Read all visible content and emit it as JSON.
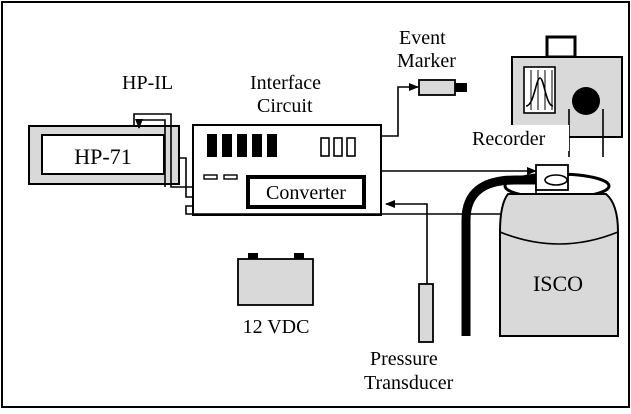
{
  "labels": {
    "hp71": "HP-71",
    "hpil": "HP-IL",
    "interface_line1": "Interface",
    "interface_line2": "Circuit",
    "converter": "Converter",
    "event_line1": "Event",
    "event_line2": "Marker",
    "recorder": "Recorder",
    "isco": "ISCO",
    "battery": "12 VDC",
    "pressure_line1": "Pressure",
    "pressure_line2": "Transducer"
  },
  "colors": {
    "line": "#000000",
    "device_fill": "#d9d9d9",
    "background": "#ffffff"
  }
}
